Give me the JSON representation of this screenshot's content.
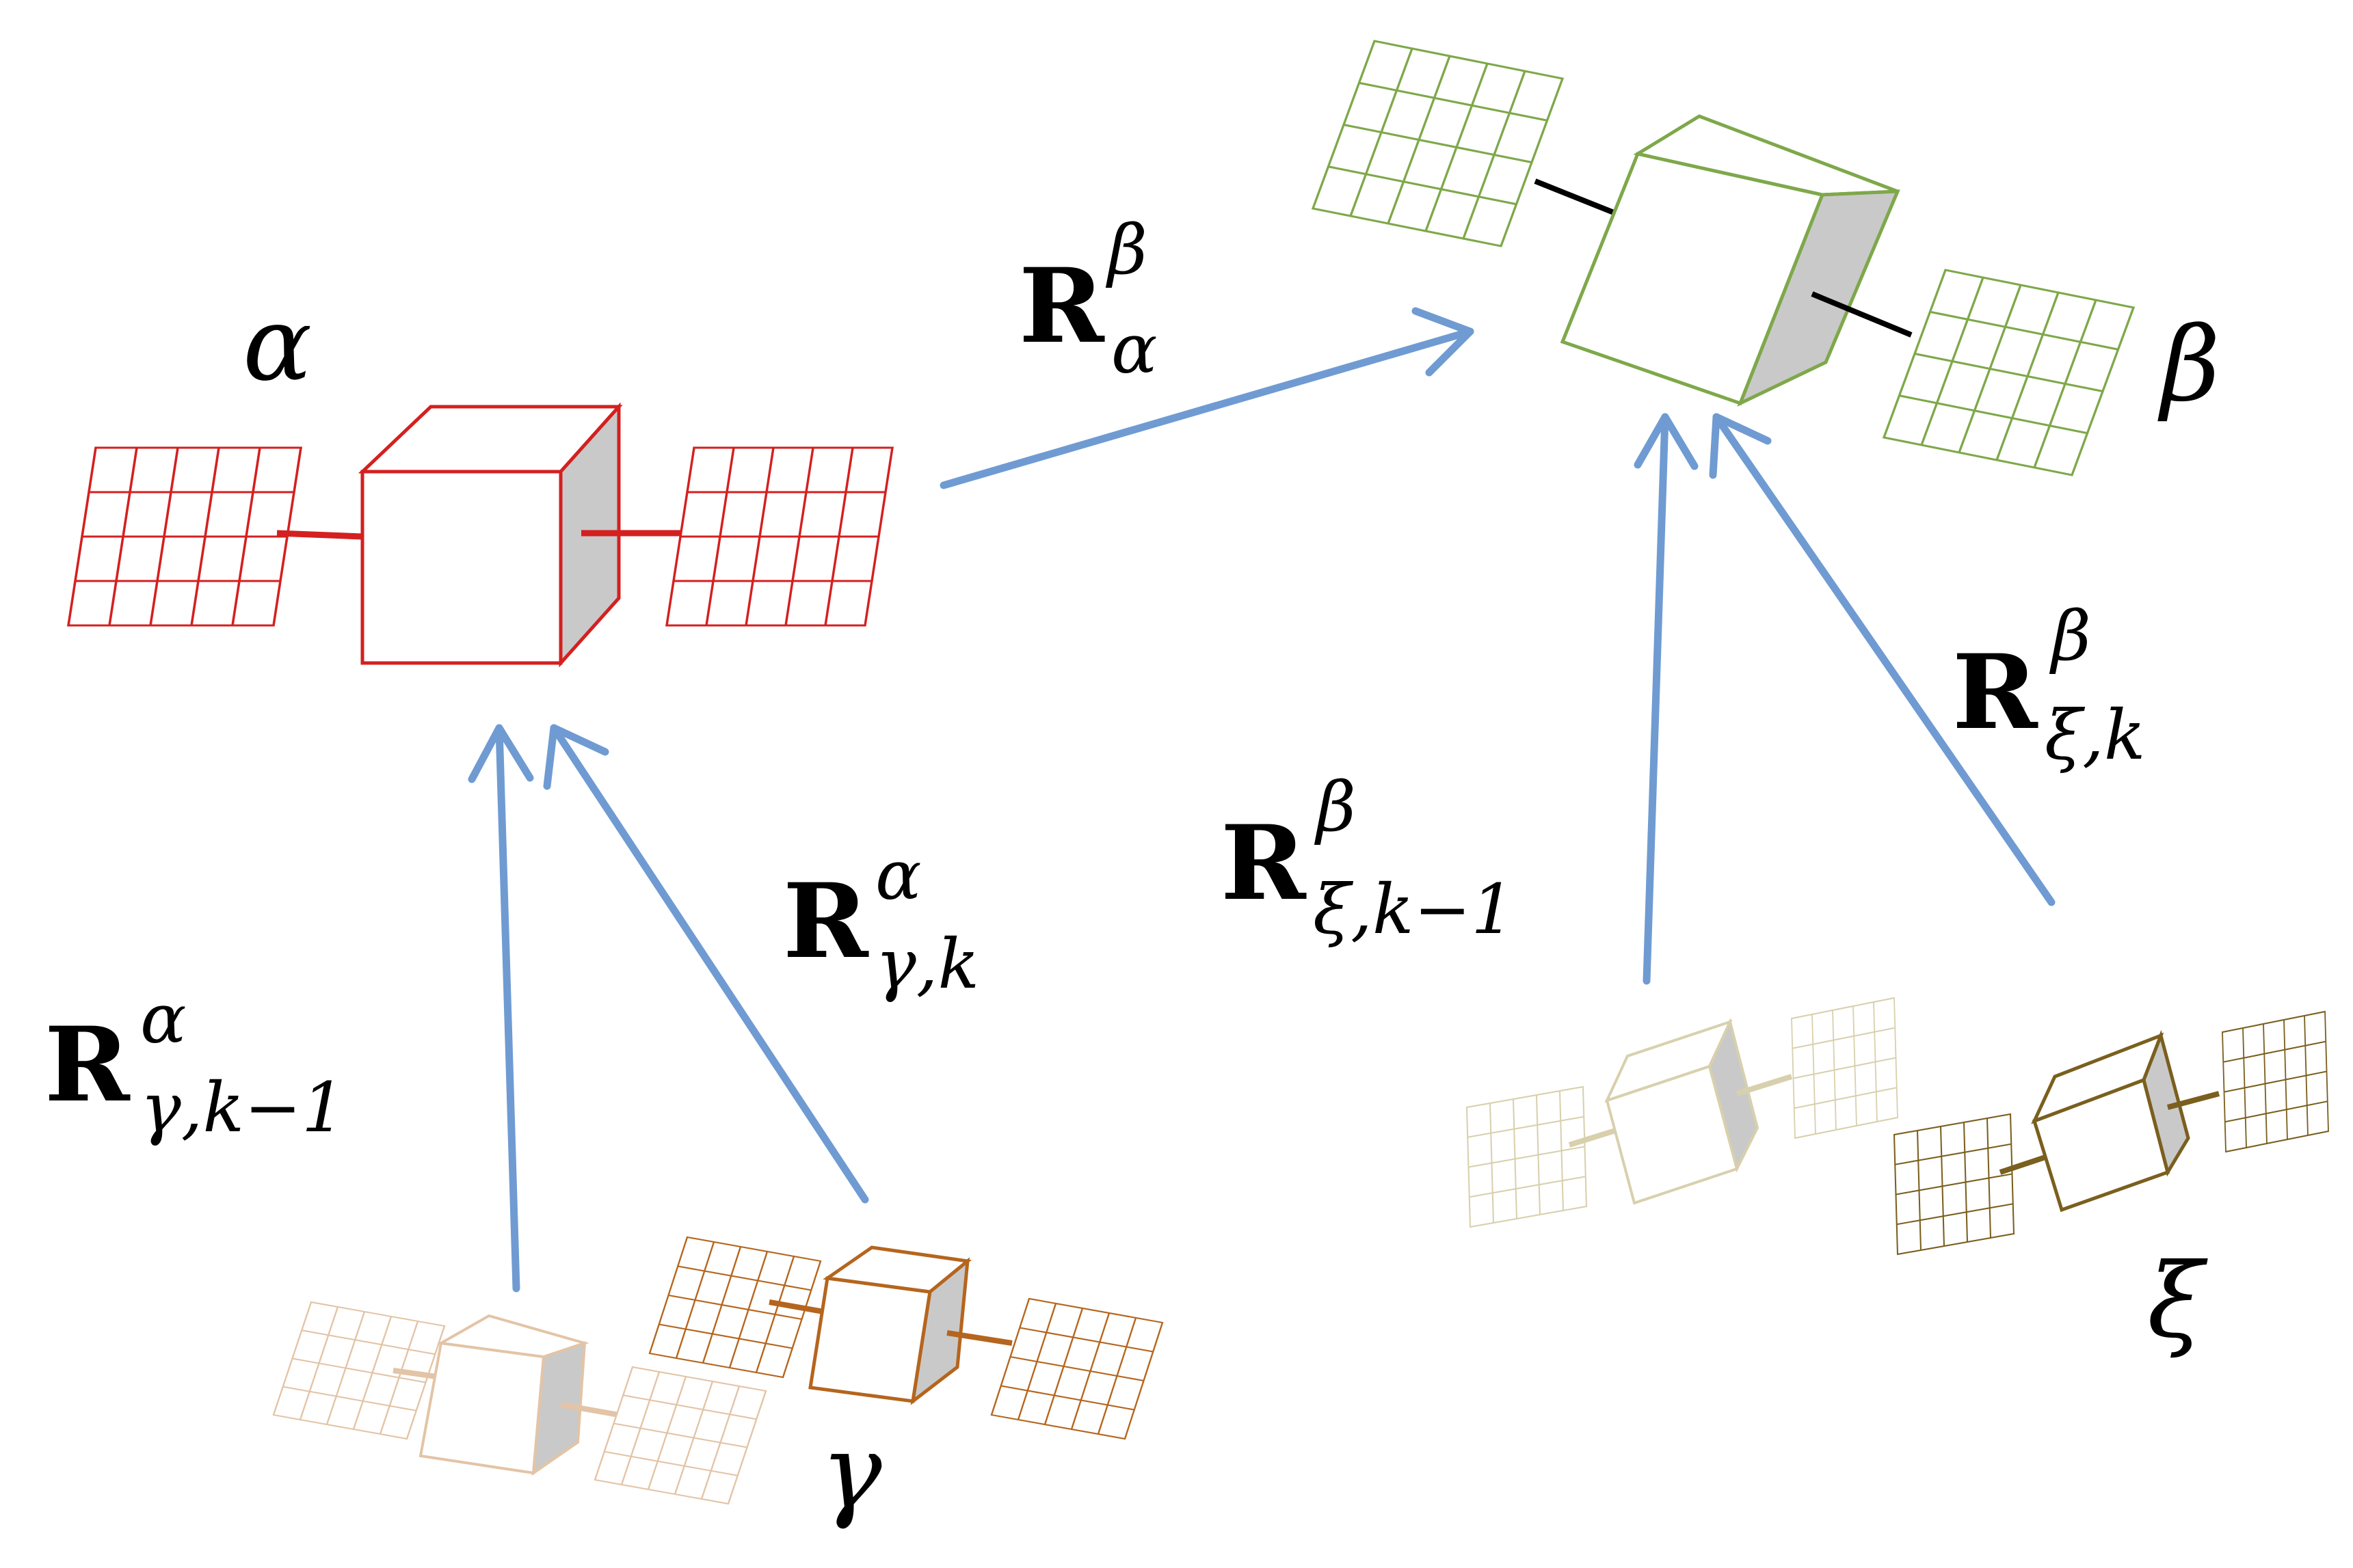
{
  "colors": {
    "arrow": "#6f9bd2",
    "alpha": "#d42020",
    "beta": "#7ea84a",
    "gamma": "#b5651d",
    "gamma_faded": "#e3c4a6",
    "xi": "#7a5f1e",
    "xi_faded": "#d8d0ad",
    "shade": "#c9c9c9"
  },
  "nodes": {
    "alpha": "α",
    "beta": "β",
    "gamma": "γ",
    "xi": "ξ"
  },
  "labels": {
    "r_alpha_beta": {
      "base": "R",
      "sup": "β",
      "sub": "α"
    },
    "r_gamma_k": {
      "base": "R",
      "sup": "α",
      "sub": "γ,k"
    },
    "r_gamma_km1": {
      "base": "R",
      "sup": "α",
      "sub": "γ,k−1"
    },
    "r_xi_k": {
      "base": "R",
      "sup": "β",
      "sub": "ξ,k"
    },
    "r_xi_km1": {
      "base": "R",
      "sup": "β",
      "sub": "ξ,k−1"
    }
  }
}
